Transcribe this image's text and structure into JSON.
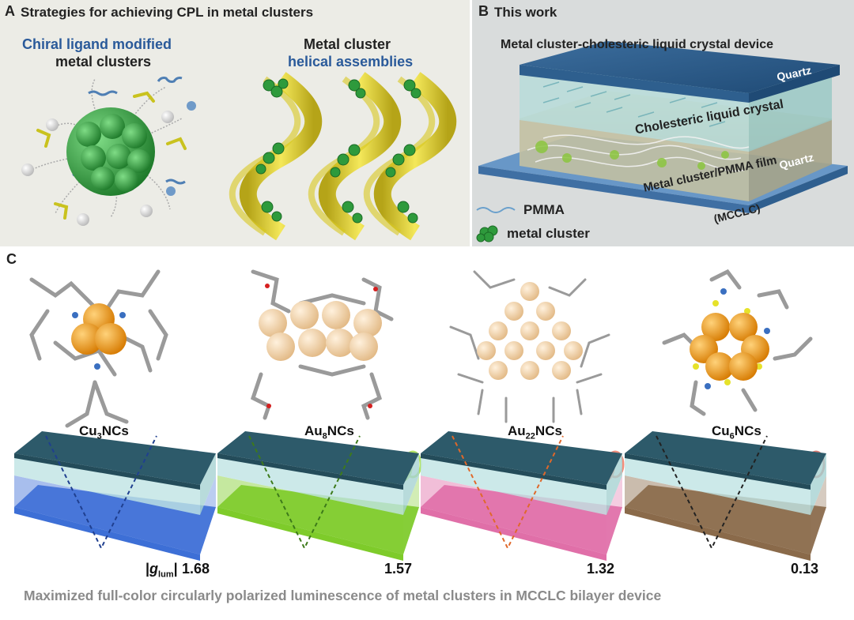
{
  "panel_a": {
    "letter": "A",
    "title": "Strategies for achieving CPL in metal clusters",
    "left_label_line1": "Chiral ligand modified",
    "left_label_line2": "metal clusters",
    "right_label_line1": "Metal cluster",
    "right_label_line2": "helical assemblies"
  },
  "panel_b": {
    "letter": "B",
    "title": "This work",
    "device_title": "Metal cluster-cholesteric liquid crystal device",
    "quartz_top": "Quartz",
    "clc_label": "Cholesteric liquid crystal",
    "film_label": "Metal cluster/PMMA film",
    "quartz_bottom": "Quartz",
    "device_abbrev": "(MCCLC)",
    "legend_pmma": "PMMA",
    "legend_cluster": "metal cluster"
  },
  "panel_c": {
    "letter": "C",
    "clusters": [
      {
        "prefix": "Cu",
        "sub": "3",
        "suffix": "NCs",
        "glum": "1.68",
        "film_color": "#3d6fd6"
      },
      {
        "prefix": "Au",
        "sub": "8",
        "suffix": "NCs",
        "glum": "1.57",
        "film_color": "#7ecb2a"
      },
      {
        "prefix": "Au",
        "sub": "22",
        "suffix": "NCs",
        "glum": "1.32",
        "film_color": "#e06fa8"
      },
      {
        "prefix": "Cu",
        "sub": "6",
        "suffix": "NCs",
        "glum": "0.13",
        "film_color": "#8a6a4a"
      }
    ],
    "glum_g": "g",
    "glum_sub": "lum",
    "caption": "Maximized full-color circularly polarized luminescence of metal clusters in MCCLC bilayer device"
  },
  "colors": {
    "label_blue": "#2a5a9a",
    "quartz_blue": "#2f5f8f",
    "cluster_green": "#2e9a3c",
    "helix_yellow": "#e8d630",
    "gold_sphere": "#f0a020",
    "au_sphere": "#f2cfa2",
    "caption_gray": "#8a8a8a"
  }
}
